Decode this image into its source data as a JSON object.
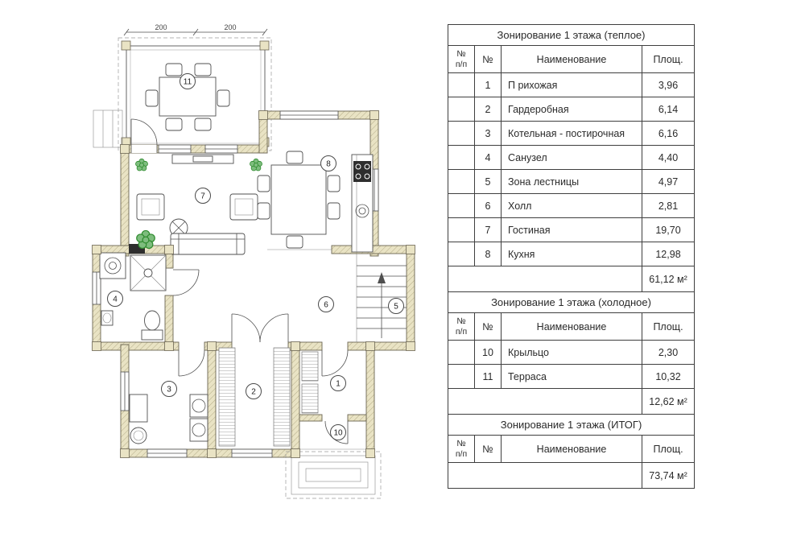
{
  "plan": {
    "dim_left": "200",
    "dim_right": "200",
    "rooms": {
      "r1": "1",
      "r2": "2",
      "r3": "3",
      "r4": "4",
      "r5": "5",
      "r6": "6",
      "r7": "7",
      "r8": "8",
      "r10": "10",
      "r11": "11"
    }
  },
  "tables": {
    "warm": {
      "title": "Зонирование 1 этажа (теплое)",
      "headers": {
        "npp": "№\nп/п",
        "num": "№",
        "name": "Наименование",
        "area": "Площ."
      },
      "rows": [
        {
          "num": "1",
          "name": "П рихожая",
          "area": "3,96"
        },
        {
          "num": "2",
          "name": "Гардеробная",
          "area": "6,14"
        },
        {
          "num": "3",
          "name": "Котельная - постирочная",
          "area": "6,16"
        },
        {
          "num": "4",
          "name": "Санузел",
          "area": "4,40"
        },
        {
          "num": "5",
          "name": "Зона лестницы",
          "area": "4,97"
        },
        {
          "num": "6",
          "name": "Холл",
          "area": "2,81"
        },
        {
          "num": "7",
          "name": "Гостиная",
          "area": "19,70"
        },
        {
          "num": "8",
          "name": "Кухня",
          "area": "12,98"
        }
      ],
      "total": "61,12 м²"
    },
    "cold": {
      "title": "Зонирование 1 этажа (холодное)",
      "headers": {
        "npp": "№\nп/п",
        "num": "№",
        "name": "Наименование",
        "area": "Площ."
      },
      "rows": [
        {
          "num": "10",
          "name": "Крыльцо",
          "area": "2,30"
        },
        {
          "num": "11",
          "name": "Терраса",
          "area": "10,32"
        }
      ],
      "total": "12,62 м²"
    },
    "grand": {
      "title": "Зонирование 1 этажа (ИТОГ)",
      "headers": {
        "npp": "№\nп/п",
        "num": "№",
        "name": "Наименование",
        "area": "Площ."
      },
      "total": "73,74 м²"
    }
  }
}
